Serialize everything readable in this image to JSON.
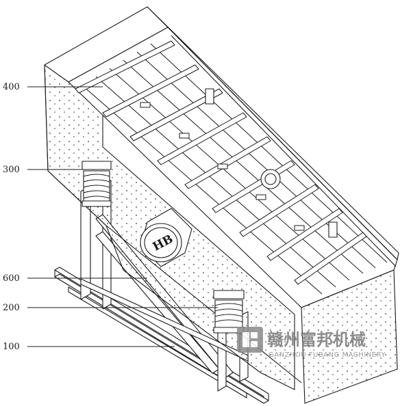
{
  "labels": {
    "l400": "400",
    "l300": "300",
    "l600": "600",
    "l200": "200",
    "l100": "100"
  },
  "motor_badge": "HB",
  "watermark": {
    "chinese": "赣州富邦机械",
    "english": "GANZHOU FUBANG MACHINERY"
  },
  "colors": {
    "line": "#1a1a1a",
    "watermark": "#7a7a7a",
    "background": "#ffffff"
  }
}
